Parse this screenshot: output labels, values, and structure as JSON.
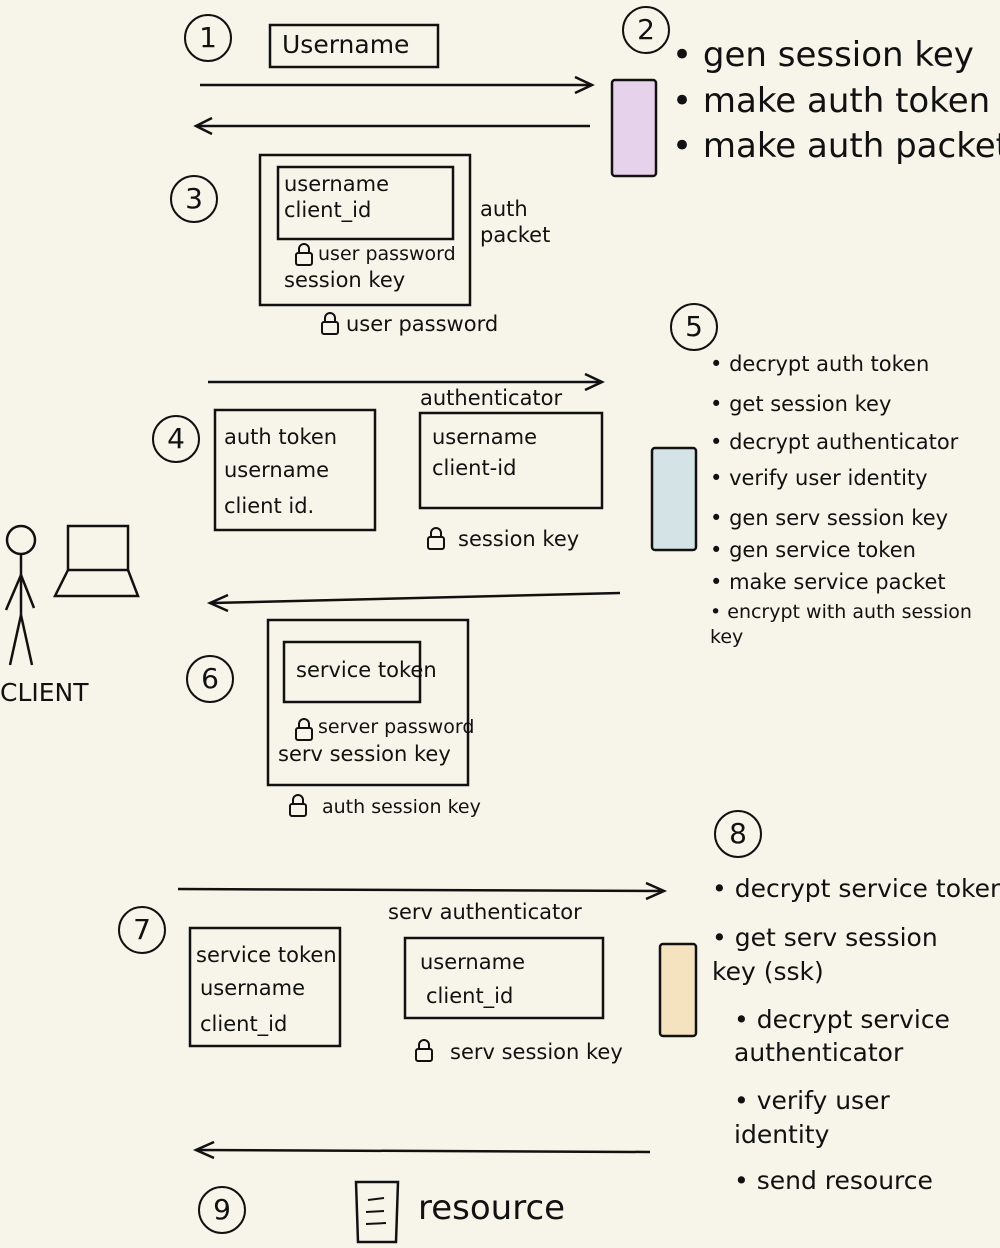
{
  "client_label": "CLIENT",
  "colors": {
    "step2_server": "#e6d2ea",
    "step5_server": "#d3e3e6",
    "step8_server": "#f5e3c0",
    "ink": "#111111",
    "background": "#f7f5ea"
  },
  "step1": {
    "number": "1",
    "username_box": "Username"
  },
  "step2": {
    "number": "2",
    "bullets": [
      "gen session key",
      "make auth token",
      "make auth packet"
    ]
  },
  "step3": {
    "number": "3",
    "inner_lines": [
      "username",
      "client_id"
    ],
    "inner_lock": "user password",
    "outer_line": "session key",
    "packet_label": "auth packet",
    "outer_lock": "user password"
  },
  "step4": {
    "number": "4",
    "left_box": [
      "auth token",
      "username",
      "client id."
    ],
    "authenticator_label": "authenticator",
    "authenticator_box": [
      "username",
      "client-id"
    ],
    "authenticator_lock": "session key"
  },
  "step5": {
    "number": "5",
    "bullets": [
      "decrypt auth token",
      "get session key",
      "decrypt authenticator",
      "verify user identity",
      "gen serv session key",
      "gen service token",
      "make service packet",
      "encrypt with auth session key"
    ]
  },
  "step6": {
    "number": "6",
    "inner_line": "service token",
    "inner_lock": "server password",
    "outer_line": "serv session key",
    "outer_lock": "auth session key"
  },
  "step7": {
    "number": "7",
    "left_box": [
      "service token",
      "username",
      "client_id"
    ],
    "authenticator_label": "serv authenticator",
    "authenticator_box": [
      "username",
      "client_id"
    ],
    "authenticator_lock": "serv session key"
  },
  "step8": {
    "number": "8",
    "bullets": [
      "decrypt service token",
      "get serv session key (ssk)",
      "decrypt service authenticator",
      "verify user identity",
      "send resource"
    ]
  },
  "step9": {
    "number": "9",
    "resource_label": "resource"
  }
}
